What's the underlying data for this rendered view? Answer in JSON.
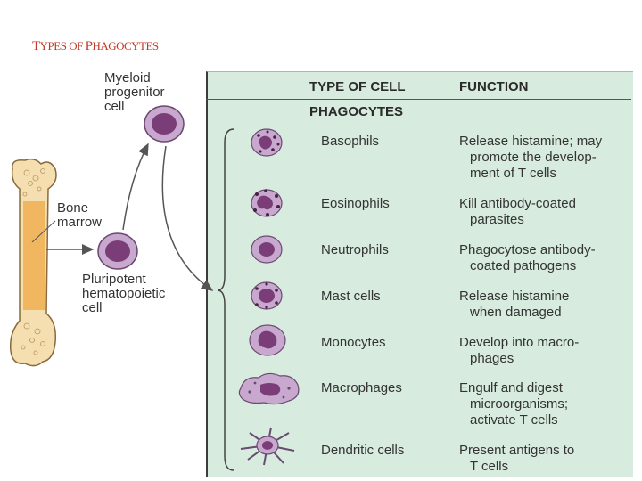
{
  "slide_title": {
    "part1": "T",
    "part2": "YPES OF ",
    "part3": "P",
    "part4": "HAGOCYTES"
  },
  "labels": {
    "myeloid": [
      "Myeloid",
      "progenitor",
      "cell"
    ],
    "bone_marrow": [
      "Bone",
      "marrow"
    ],
    "pluripotent": [
      "Pluripotent",
      "hematopoietic",
      "cell"
    ]
  },
  "table": {
    "col_type": "TYPE OF CELL",
    "col_function": "FUNCTION",
    "section": "PHAGOCYTES",
    "rows": [
      {
        "name": "Basophils",
        "function": [
          "Release histamine; may",
          "promote the develop-",
          "ment of T cells"
        ]
      },
      {
        "name": "Eosinophils",
        "function": [
          "Kill antibody-coated",
          "parasites"
        ]
      },
      {
        "name": "Neutrophils",
        "function": [
          "Phagocytose antibody-",
          "coated pathogens"
        ]
      },
      {
        "name": "Mast cells",
        "function": [
          "Release histamine",
          "when damaged"
        ]
      },
      {
        "name": "Monocytes",
        "function": [
          "Develop into macro-",
          "phages"
        ]
      },
      {
        "name": "Macrophages",
        "function": [
          "Engulf and digest",
          "microorganisms;",
          "activate T cells"
        ]
      },
      {
        "name": "Dendritic cells",
        "function": [
          "Present antigens to",
          "T cells"
        ]
      }
    ]
  },
  "colors": {
    "title": "#c0392b",
    "panel": "#d7ebde",
    "cell_body": "#c9a8cf",
    "nucleus": "#7a3d78",
    "bone": "#f5deb0",
    "marrow": "#f0b760"
  }
}
